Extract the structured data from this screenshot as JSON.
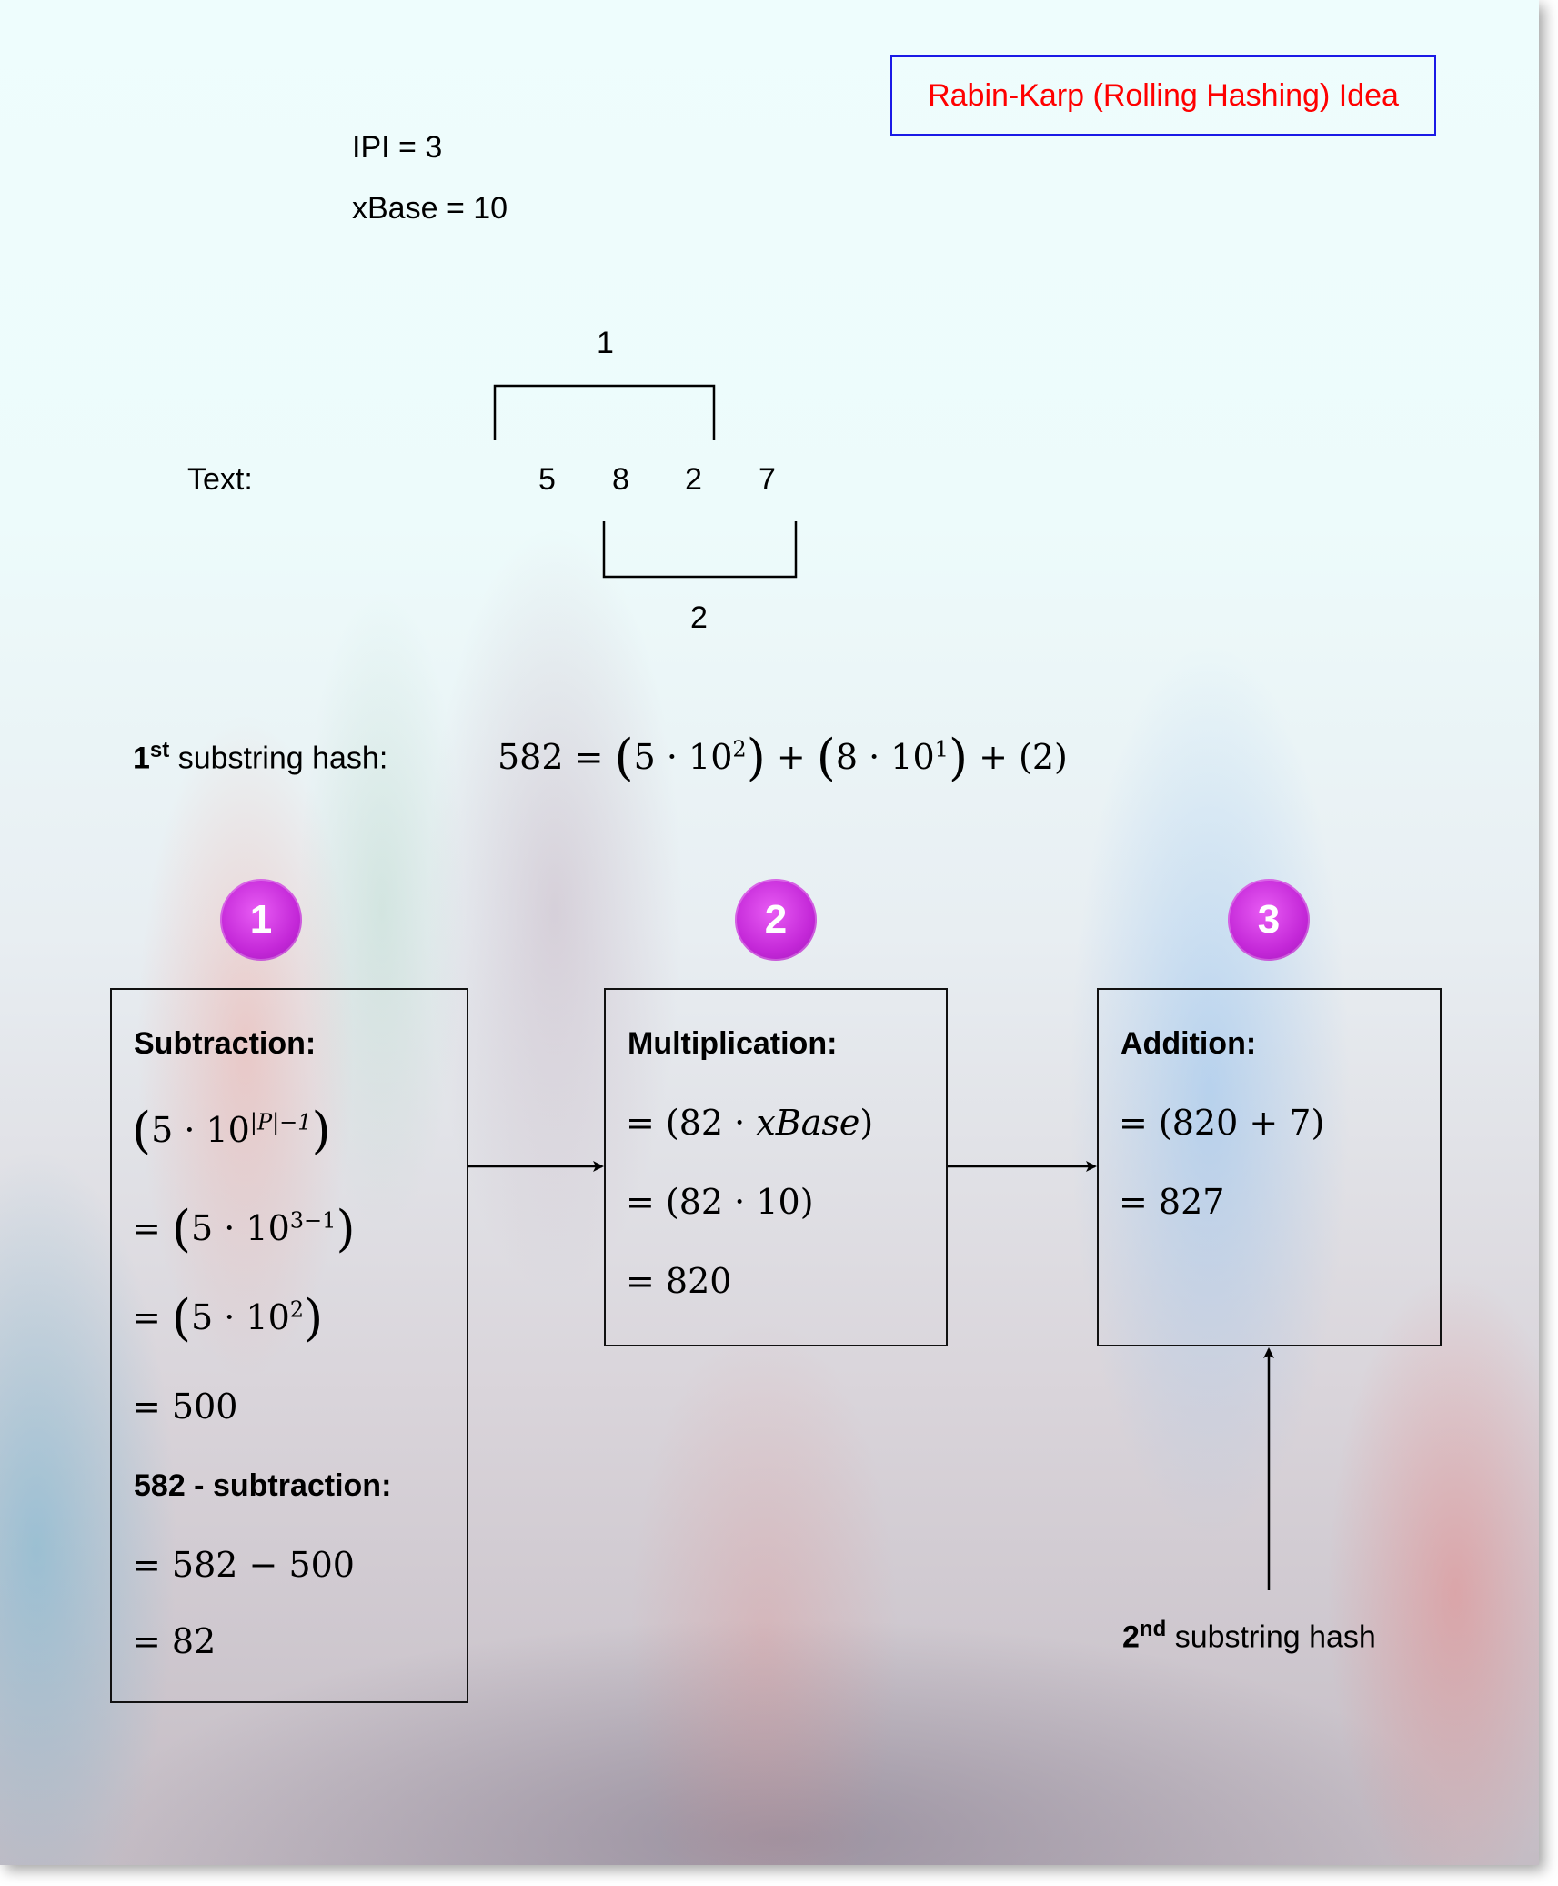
{
  "title": "Rabin-Karp (Rolling Hashing) Idea",
  "params": {
    "pattern_length": "IPI = 3",
    "xbase": "xBase = 10"
  },
  "text_row": {
    "label": "Text:",
    "digits": [
      "5",
      "8",
      "2",
      "7"
    ],
    "window1_label": "1",
    "window2_label": "2"
  },
  "first_hash": {
    "ordinal": "1",
    "ordinal_suffix": "st",
    "label": " substring hash:",
    "lhs": "582 =",
    "term1_base": "5 · 10",
    "term1_exp": "2",
    "term2_base": "8 · 10",
    "term2_exp": "1",
    "term3": "(2)",
    "plus": "+"
  },
  "steps": [
    {
      "number": "1",
      "heading": "Subtraction:",
      "lines": [
        {
          "pre": "",
          "base": "5 · 10",
          "exp": "|P|−1"
        },
        {
          "pre": "= ",
          "base": "5 · 10",
          "exp": "3−1"
        },
        {
          "pre": "= ",
          "base": "5 · 10",
          "exp": "2"
        },
        {
          "text": "= 500"
        }
      ],
      "subheading": "582 - subtraction:",
      "sublines": [
        "= 582 − 500",
        "= 82"
      ]
    },
    {
      "number": "2",
      "heading": "Multiplication:",
      "line1_pre": "= (82 · ",
      "line1_var": "xBase",
      "line1_post": ")",
      "lines": [
        "= (82 · 10)",
        "= 820"
      ]
    },
    {
      "number": "3",
      "heading": "Addition:",
      "lines": [
        "= (820 + 7)",
        "= 827"
      ]
    }
  ],
  "second_hash": {
    "ordinal": "2",
    "ordinal_suffix": "nd",
    "label": " substring hash"
  },
  "colors": {
    "title_text": "#ff0000",
    "title_border": "#1a1ae6",
    "badge": "#c428d8"
  }
}
